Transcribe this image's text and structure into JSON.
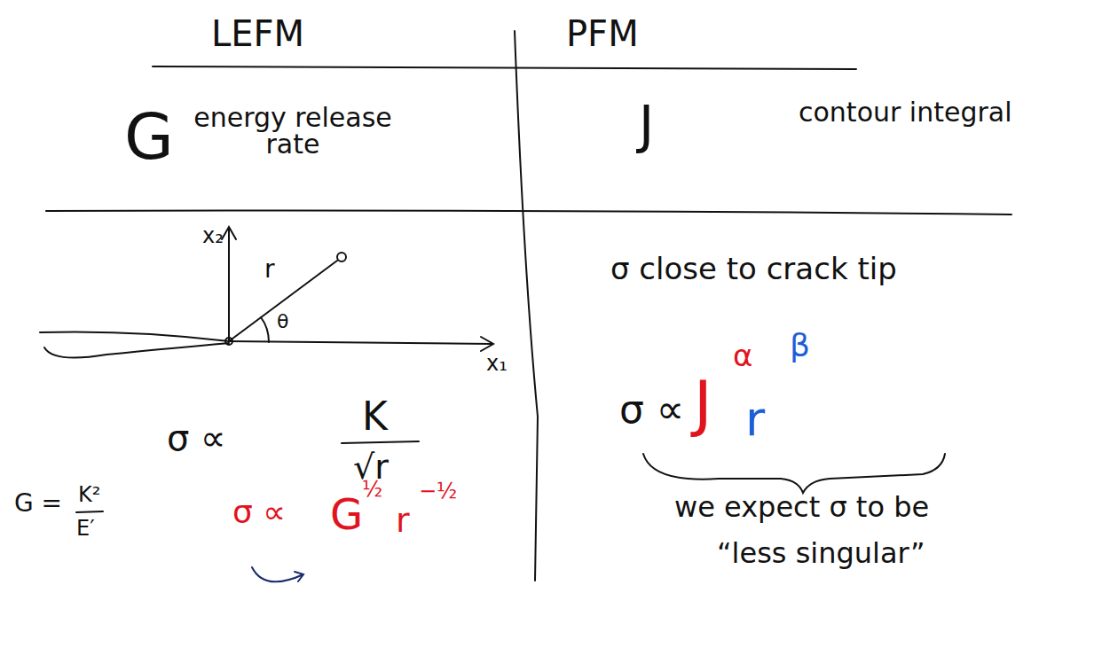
{
  "diagram": {
    "labels": [
      "LEFM",
      "PFM",
      "G",
      "energy release rate",
      "J",
      "contour integral",
      "x₂",
      "r",
      "θ",
      "x₁",
      "σ close to crack tip",
      "σ ∝",
      "K",
      "√r",
      "G =",
      "K²",
      "E′",
      "σ ∝",
      "G",
      "½",
      "r",
      "−½",
      "σ ∝",
      "J",
      "α",
      "r",
      "β",
      "we expect σ to be",
      "“less singular”"
    ]
  }
}
